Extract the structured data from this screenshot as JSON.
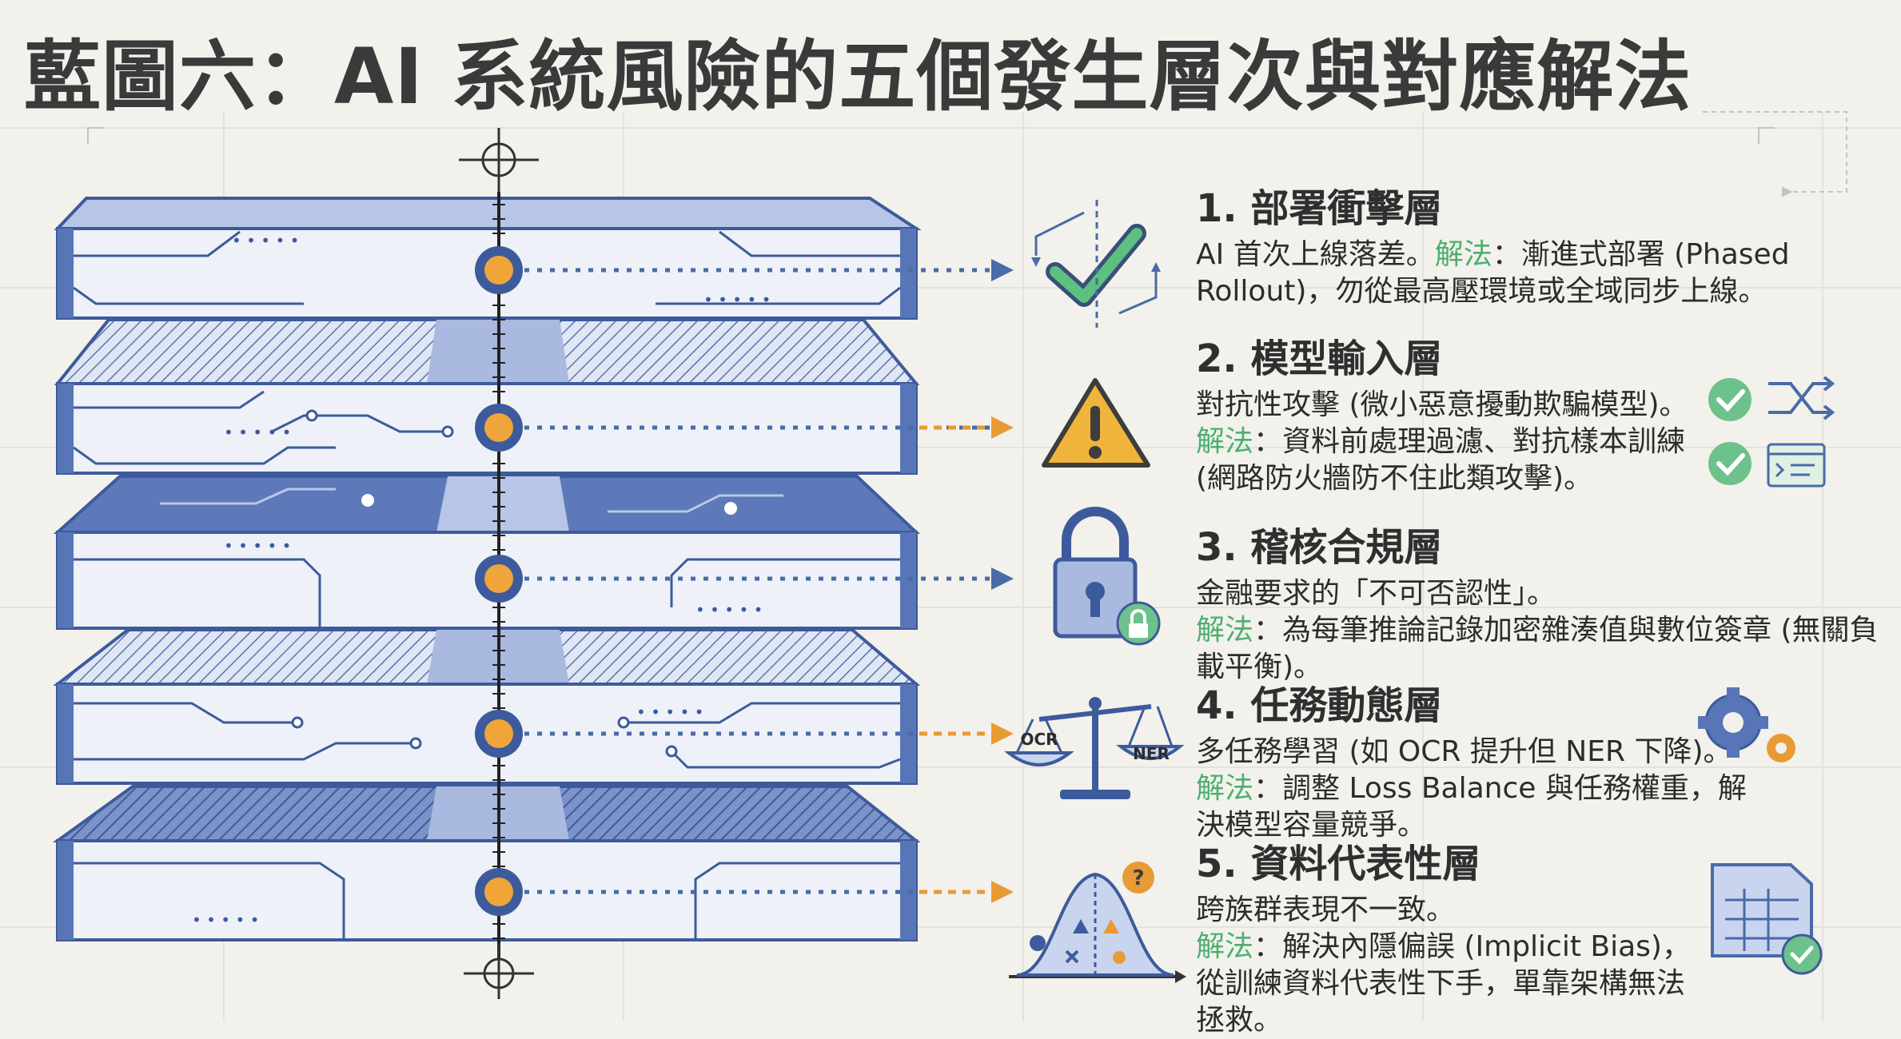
{
  "title": "藍圖六：AI 系統風險的五個發生層次與對應解法",
  "colors": {
    "background": "#f2f1ec",
    "layer_fill": "#c9d5ee",
    "layer_stroke": "#3d5b9c",
    "layer_dark": "#5875b8",
    "node_orange": "#efa53a",
    "solution_green": "#4caf6e",
    "warning_yellow": "#f0b43c",
    "arrow_blue": "#4a6aa8",
    "arrow_orange": "#e89a35"
  },
  "layers": [
    {
      "heading": "1. 部署衝擊層",
      "problem": "AI 首次上線落差。",
      "solution_label": "解法",
      "solution": "：漸進式部署 (Phased Rollout)，勿從最高壓環境或全域同步上線。",
      "icon": "phased-rollout-check-icon",
      "arrow_color": "blue"
    },
    {
      "heading": "2. 模型輸入層",
      "problem": "對抗性攻擊 (微小惡意擾動欺騙模型)。",
      "solution_label": "解法",
      "solution": "：資料前處理過濾、對抗樣本訓練 (網路防火牆防不住此類攻擊)。",
      "icon": "warning-triangle-icon",
      "arrow_color": "orange"
    },
    {
      "heading": "3. 稽核合規層",
      "problem": "金融要求的「不可否認性」。",
      "solution_label": "解法",
      "solution": "：為每筆推論記錄加密雜湊值與數位簽章 (無關負載平衡)。",
      "icon": "padlock-icon",
      "arrow_color": "blue"
    },
    {
      "heading": "4. 任務動態層",
      "problem": "多任務學習 (如 OCR 提升但 NER 下降)。",
      "solution_label": "解法",
      "solution": "：調整 Loss Balance 與任務權重，解決模型容量競爭。",
      "icon": "balance-scale-icon",
      "scale_left": "OCR",
      "scale_right": "NER",
      "arrow_color": "orange"
    },
    {
      "heading": "5. 資料代表性層",
      "problem": "跨族群表現不一致。",
      "solution_label": "解法",
      "solution": "：解決內隱偏誤 (Implicit Bias)，從訓練資料代表性下手，單靠架構無法拯救。",
      "icon": "distribution-curve-icon",
      "arrow_color": "orange"
    }
  ]
}
